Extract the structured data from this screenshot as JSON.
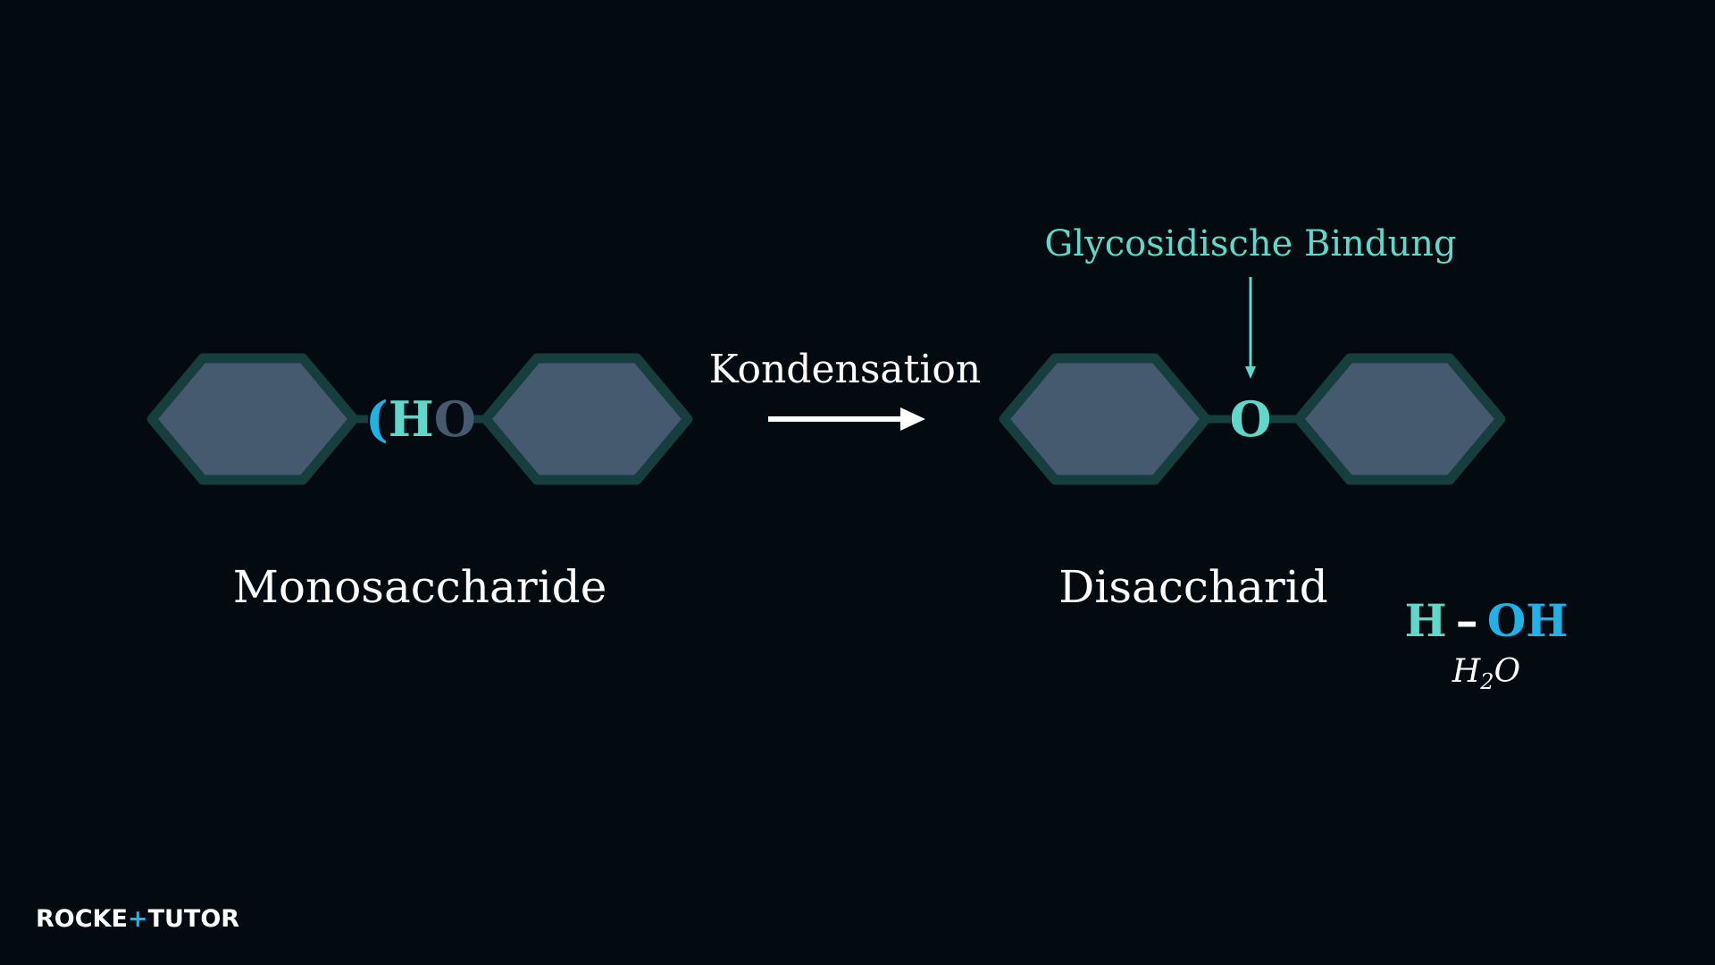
{
  "left": {
    "atoms": {
      "o_partial": "(",
      "h": "H",
      "o": "O"
    },
    "label": "Monosaccharide"
  },
  "reaction": {
    "label": "Kondensation"
  },
  "right": {
    "bond_atom": "O",
    "annotation": "Glycosidische Bindung",
    "label": "Disaccharid"
  },
  "water": {
    "h": "H",
    "dash": "–",
    "oh": "OH",
    "formula_main": "H",
    "formula_sub": "2",
    "formula_end": "O"
  },
  "brand": {
    "part1": "ROCKE",
    "plus": "+",
    "part2": "TUTO",
    "part3": "R"
  },
  "colors": {
    "background": "#030a10",
    "hexagon_fill": "#455a6e",
    "hexagon_stroke": "#173e3f",
    "teal": "#5fd8c9",
    "blue": "#1fb2e8",
    "text": "#ffffff"
  }
}
